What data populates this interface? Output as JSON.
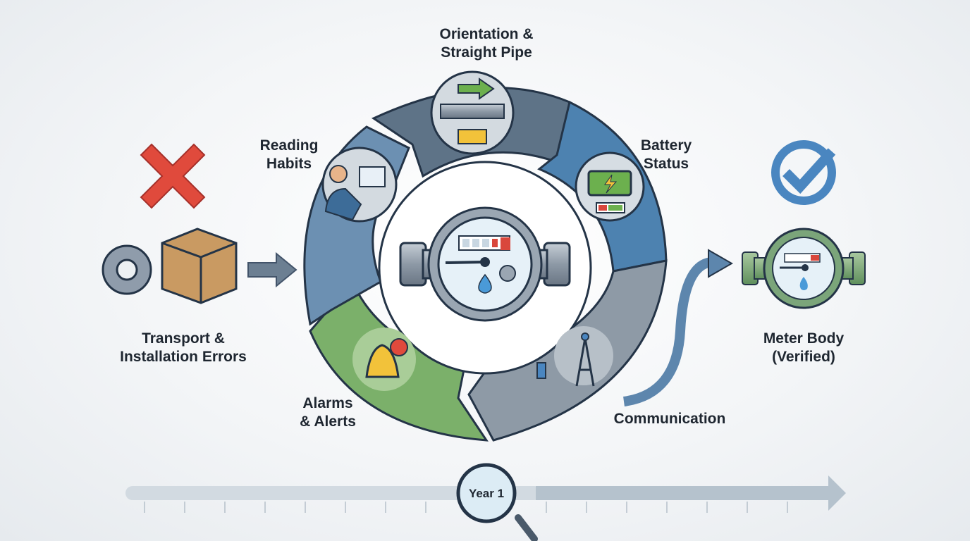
{
  "diagram": {
    "input": {
      "label_line1": "Transport &",
      "label_line2": "Installation Errors",
      "status_icon": "x-mark-icon",
      "status_color": "#e04a3c"
    },
    "output": {
      "label_line1": "Meter Body",
      "label_line2": "(Verified)",
      "status_icon": "check-circle-icon",
      "status_color": "#4a86c0"
    },
    "cycle_segments": [
      {
        "label_line1": "Orientation &",
        "label_line2": "Straight Pipe",
        "icon": "pipe-level-icon",
        "color": "#5e7387"
      },
      {
        "label_line1": "Battery",
        "label_line2": "Status",
        "icon": "battery-icon",
        "color": "#4d82b0"
      },
      {
        "label_line1": "Communication",
        "label_line2": "",
        "icon": "antenna-icon",
        "color": "#8e9aa6"
      },
      {
        "label_line1": "Alarms",
        "label_line2": "& Alerts",
        "icon": "bell-alert-icon",
        "color": "#7bb06a"
      },
      {
        "label_line1": "Reading",
        "label_line2": "Habits",
        "icon": "person-reading-icon",
        "color": "#6c90b2"
      }
    ],
    "center": {
      "icon": "water-meter-icon"
    },
    "timeline": {
      "marker_label": "Year 1",
      "tick_count": 17
    }
  }
}
